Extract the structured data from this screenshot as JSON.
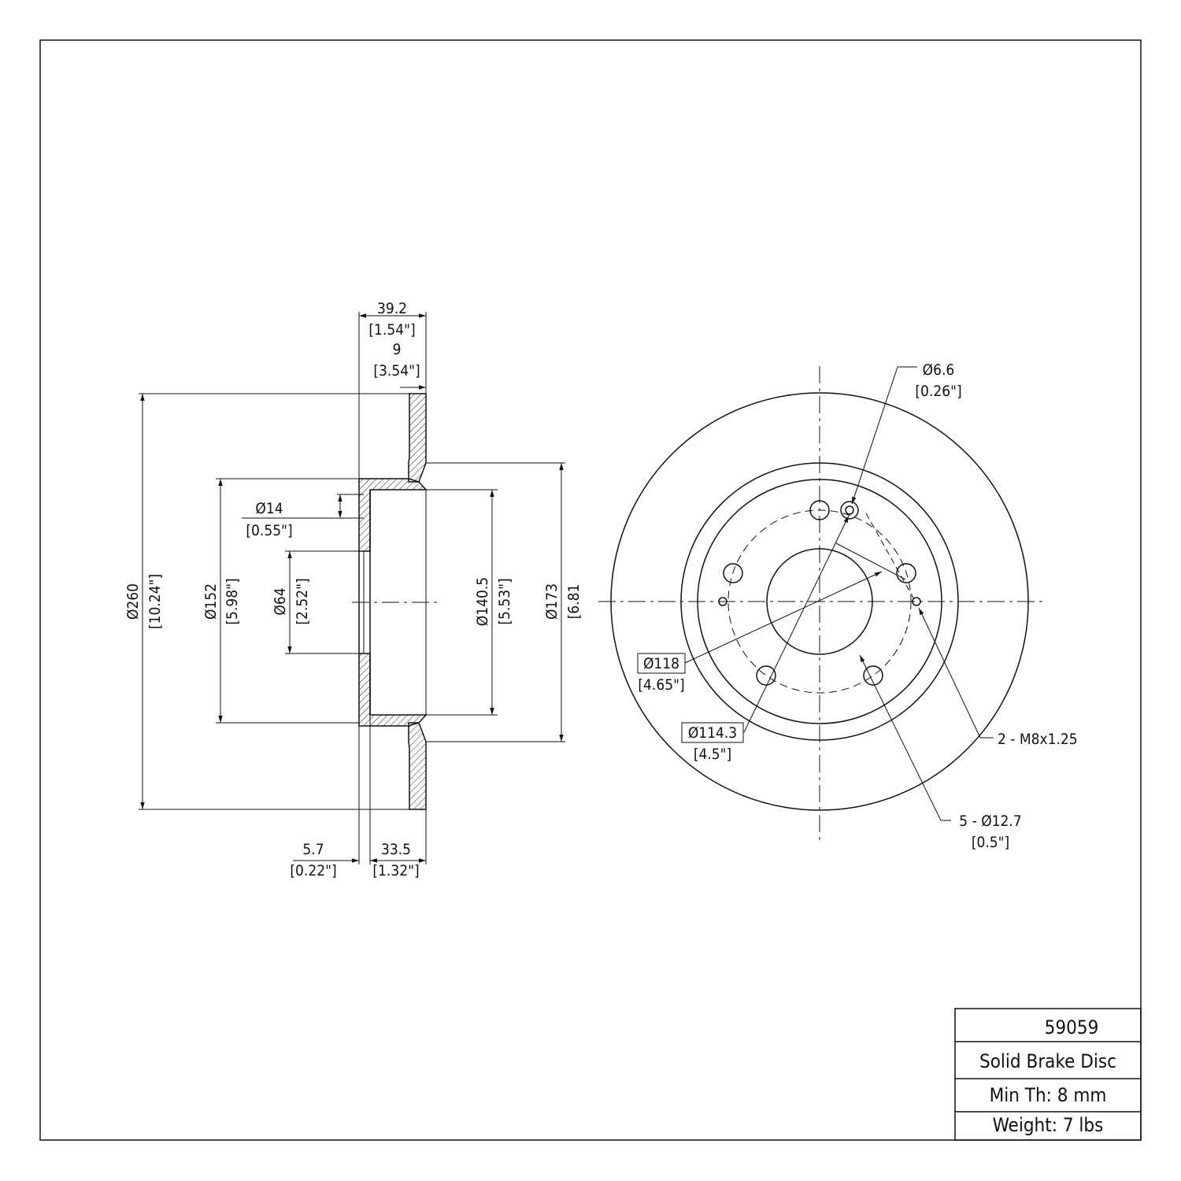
{
  "side_view": {
    "width_total": "39.2",
    "width_total_in": "[1.54\"]",
    "disc_thickness": "9",
    "disc_thickness_in": "[3.54\"]",
    "outer_diameter": "Ø260",
    "outer_diameter_in": "[10.24\"]",
    "hat_diameter": "Ø152",
    "hat_diameter_in": "[5.98\"]",
    "hole_diameter": "Ø14",
    "hole_diameter_in": "[0.55\"]",
    "center_bore": "Ø64",
    "center_bore_in": "[2.52\"]",
    "inner_hat": "Ø140.5",
    "inner_hat_in": "[5.53\"]",
    "swept_inner": "Ø173",
    "swept_inner_in": "[6.81",
    "flange_thickness": "5.7",
    "flange_thickness_in": "[0.22\"]",
    "hat_depth": "33.5",
    "hat_depth_in": "[1.32\"]"
  },
  "front_view": {
    "small_hole": "Ø6.6",
    "small_hole_in": "[0.26\"]",
    "bolt_circle_outer": "Ø118",
    "bolt_circle_outer_in": "[4.65\"]",
    "bolt_circle": "Ø114.3",
    "bolt_circle_in": "[4.5\"]",
    "threads": "2 - M8x1.25",
    "stud_holes": "5 - Ø12.7",
    "stud_holes_in": "[0.5\"]"
  },
  "title_block": {
    "part_number": "59059",
    "description": "Solid Brake Disc",
    "min_thickness": "Min Th: 8 mm",
    "weight": "Weight: 7 lbs"
  }
}
